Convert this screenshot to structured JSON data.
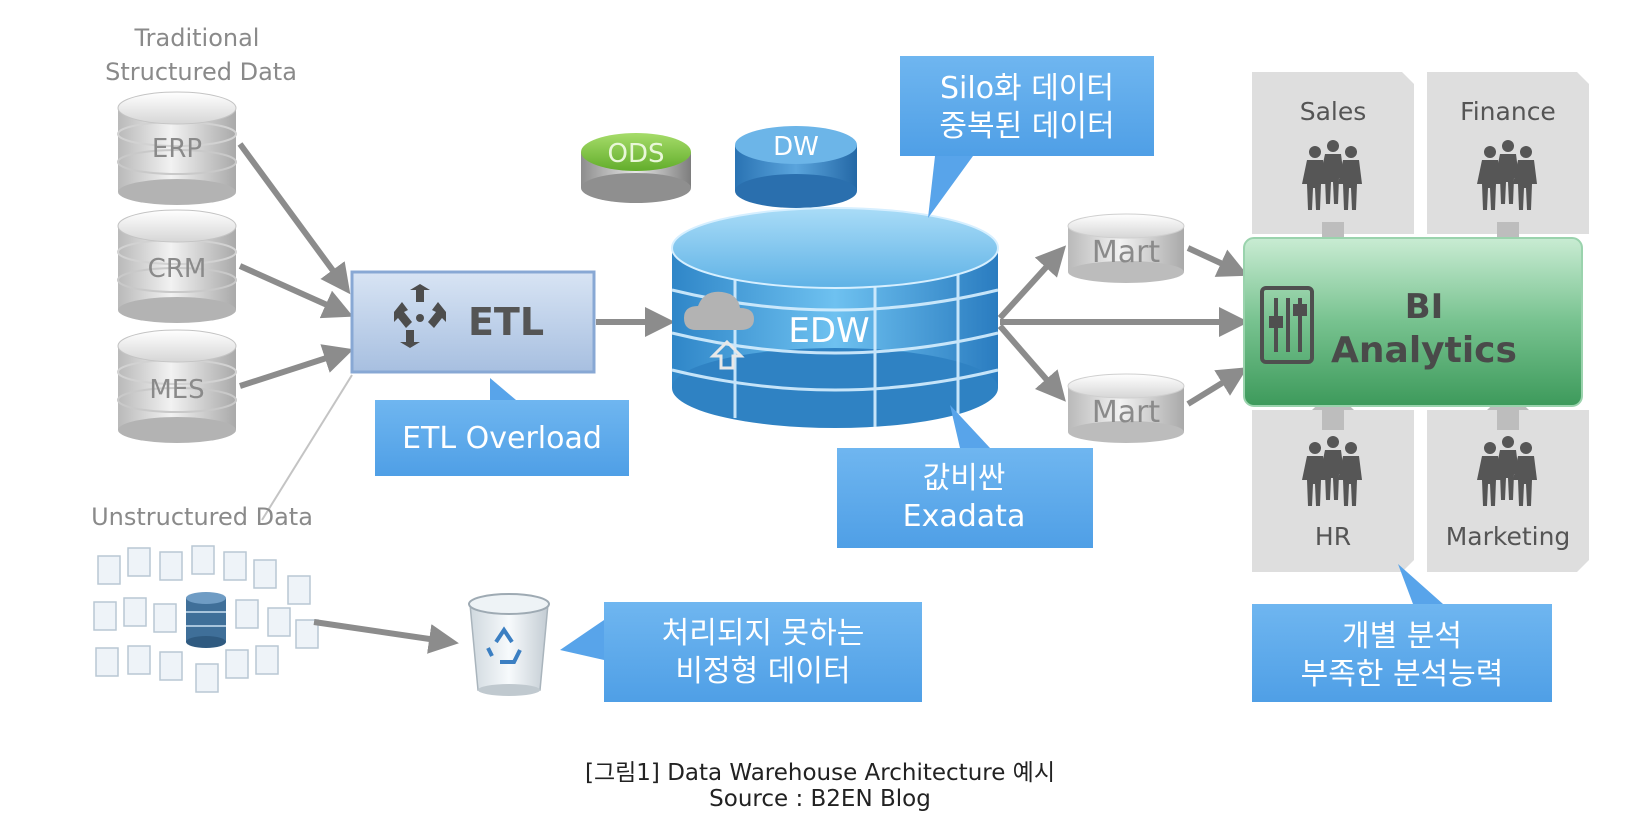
{
  "sources": {
    "structured_title_line1": "Traditional",
    "structured_title_line2": "Structured Data",
    "erp": "ERP",
    "crm": "CRM",
    "mes": "MES",
    "unstructured_title": "Unstructured Data"
  },
  "etl": {
    "label": "ETL"
  },
  "stores": {
    "ods": "ODS",
    "dw": "DW",
    "edw": "EDW",
    "mart1": "Mart",
    "mart2": "Mart"
  },
  "bi": {
    "line1": "BI",
    "line2": "Analytics",
    "sales": "Sales",
    "finance": "Finance",
    "hr": "HR",
    "marketing": "Marketing"
  },
  "callouts": {
    "silo_line1": "Silo화 데이터",
    "silo_line2": "중복된 데이터",
    "etl_overload": "ETL Overload",
    "exadata_line1": "값비싼",
    "exadata_line2": "Exadata",
    "unprocessed_line1": "처리되지 못하는",
    "unprocessed_line2": "비정형 데이터",
    "individual_line1": "개별 분석",
    "individual_line2": "부족한 분석능력"
  },
  "caption": {
    "line1": "[그림1] Data Warehouse Architecture 예시",
    "line2": "Source : B2EN Blog"
  },
  "colors": {
    "callout_blue": "#5aa8ec",
    "edw_blue": "#3f9ad8",
    "bi_green": "#5bb07a",
    "ods_green": "#7dc242",
    "arrow_gray": "#8c8c8c"
  }
}
